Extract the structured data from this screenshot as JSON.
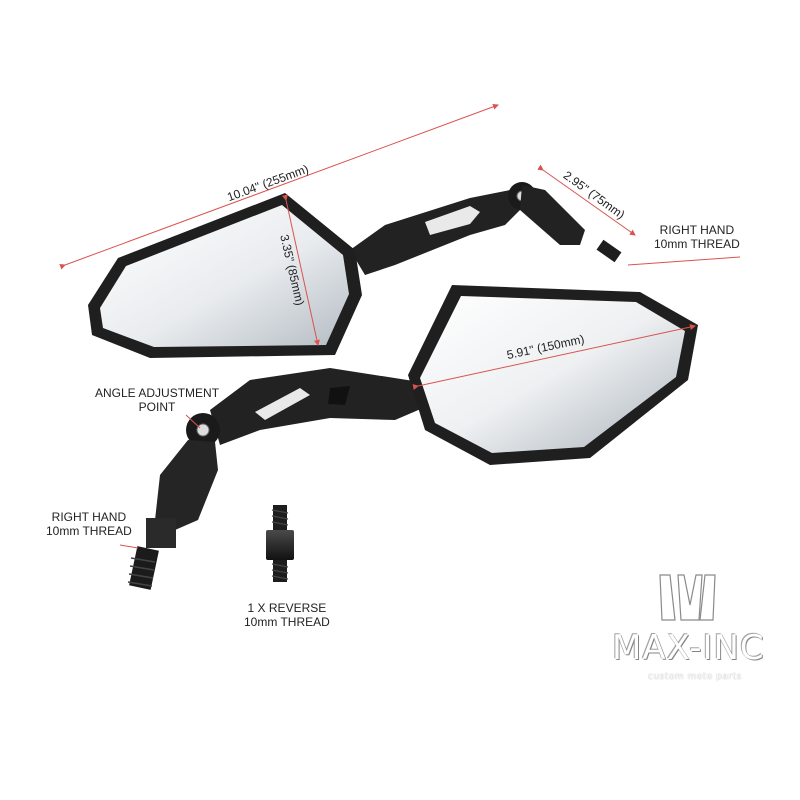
{
  "dimensions": {
    "overall_width": "10.04\" (255mm)",
    "arm_length": "2.95\" (75mm)",
    "mirror_height": "3.35\" (85mm)",
    "mirror_width": "5.91\" (150mm)"
  },
  "labels": {
    "right_hand_thread_top": [
      "RIGHT HAND",
      "10mm THREAD"
    ],
    "angle_adjustment": [
      "ANGLE ADJUSTMENT",
      "POINT"
    ],
    "right_hand_thread_left": [
      "RIGHT HAND",
      "10mm THREAD"
    ],
    "reverse_thread": [
      "1 X REVERSE",
      "10mm THREAD"
    ]
  },
  "brand": {
    "name": "MAX-INC",
    "tagline": "custom moto parts"
  },
  "colors": {
    "dimension_line": "#d9534f",
    "mirror_frame": "#1f1f1f",
    "glass_light": "#f4f6f8",
    "glass_dark": "#b9c0c6"
  }
}
